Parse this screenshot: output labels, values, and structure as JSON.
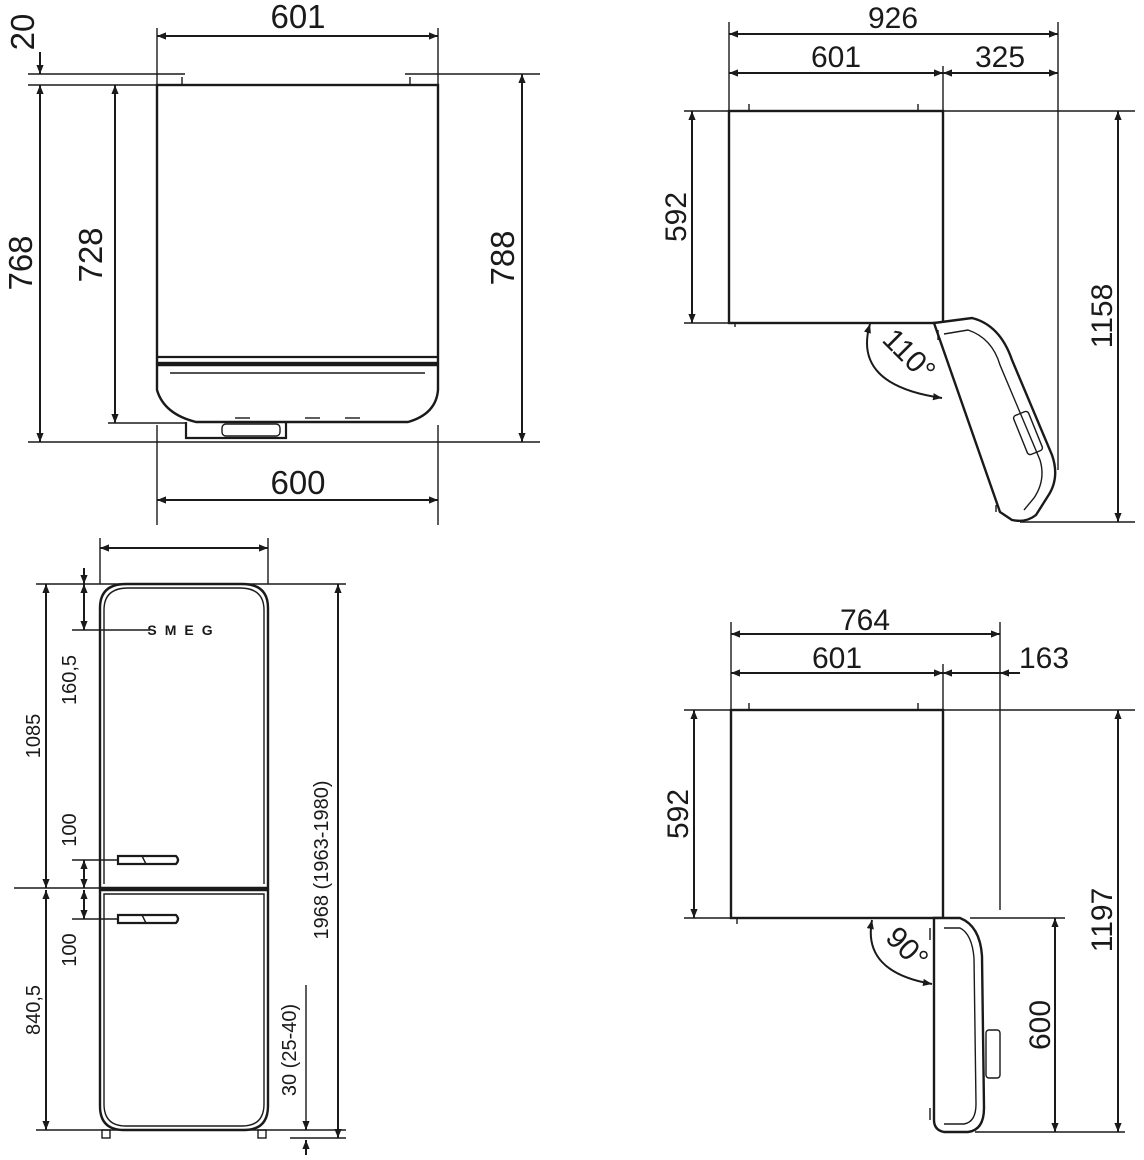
{
  "colors": {
    "ink": "#1a1a1a",
    "background": "#ffffff"
  },
  "top_left_view": {
    "width_top": "601",
    "width_bottom": "600",
    "left_gap": "20",
    "left_height": "768",
    "inner_height": "728",
    "right_height": "788"
  },
  "top_right_view": {
    "overall_width": "926",
    "body_width": "601",
    "door_extension": "325",
    "body_depth": "592",
    "overall_depth": "1158",
    "opening_angle": "110°"
  },
  "front_view": {
    "logo_text": "SMEG",
    "top_offset": "160,5",
    "upper_section": "1085",
    "handle_gap_upper": "100",
    "handle_gap_lower": "100",
    "lower_section": "840,5",
    "total_height": "1968 (1963-1980)",
    "foot_height": "30 (25-40)"
  },
  "bottom_right_view": {
    "overall_width": "764",
    "body_width": "601",
    "door_extension": "163",
    "body_depth": "592",
    "door_width": "600",
    "overall_depth": "1197",
    "opening_angle": "90°"
  }
}
